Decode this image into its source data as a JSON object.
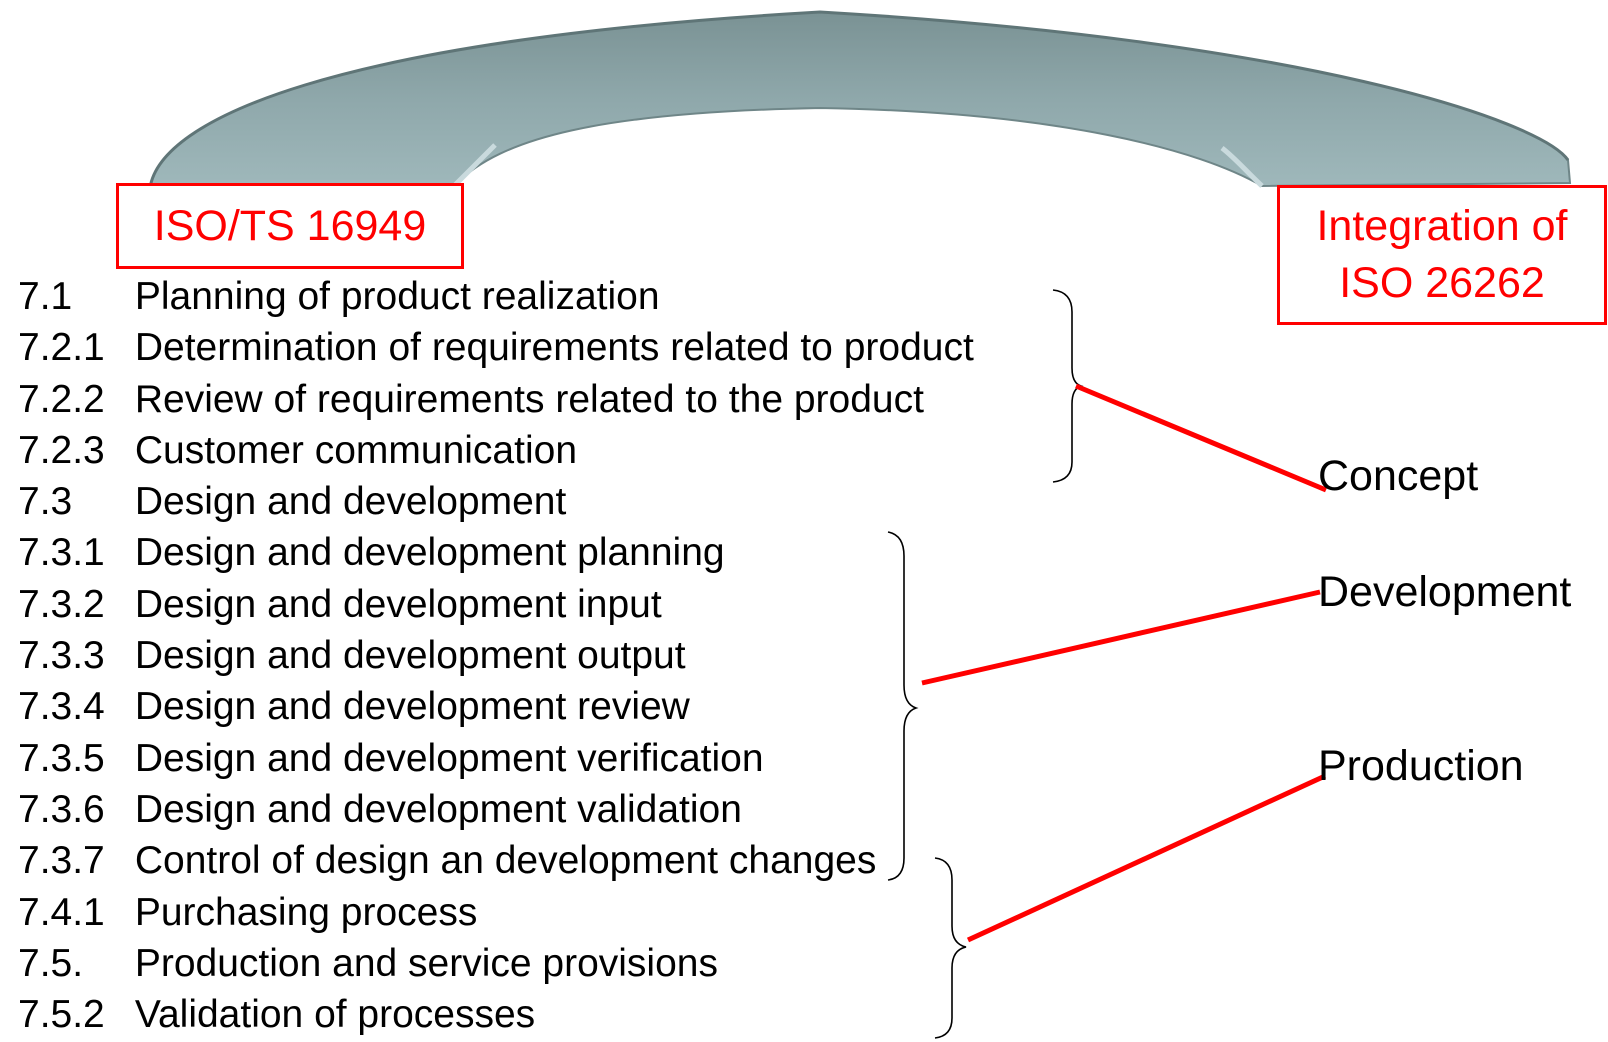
{
  "left_box": {
    "label": "ISO/TS 16949"
  },
  "right_box": {
    "line1": "Integration of",
    "line2": "ISO 26262"
  },
  "clauses": [
    {
      "num": "7.1",
      "title": "Planning of product realization"
    },
    {
      "num": "7.2.1",
      "title": "Determination of requirements related to product"
    },
    {
      "num": "7.2.2",
      "title": "Review of requirements related to the product"
    },
    {
      "num": "7.2.3",
      "title": "Customer communication"
    },
    {
      "num": "7.3",
      "title": "Design and development"
    },
    {
      "num": "7.3.1",
      "title": "Design and development planning"
    },
    {
      "num": "7.3.2",
      "title": "Design and development input"
    },
    {
      "num": "7.3.3",
      "title": "Design and development output"
    },
    {
      "num": "7.3.4",
      "title": "Design and development review"
    },
    {
      "num": "7.3.5",
      "title": "Design and development verification"
    },
    {
      "num": "7.3.6",
      "title": "Design and development validation"
    },
    {
      "num": "7.3.7",
      "title": "Control of design an development changes"
    },
    {
      "num": "7.4.1",
      "title": "Purchasing process"
    },
    {
      "num": "7.5.",
      "title": "Production and service provisions"
    },
    {
      "num": "7.5.2",
      "title": "Validation of processes"
    }
  ],
  "phases": [
    "Concept",
    "Development",
    "Production"
  ],
  "colors": {
    "accent_red": "#ff0000",
    "bridge_top": "#7f9799",
    "bridge_body": "#93adb0",
    "bridge_edge": "#b8cccf",
    "text": "#000000"
  }
}
